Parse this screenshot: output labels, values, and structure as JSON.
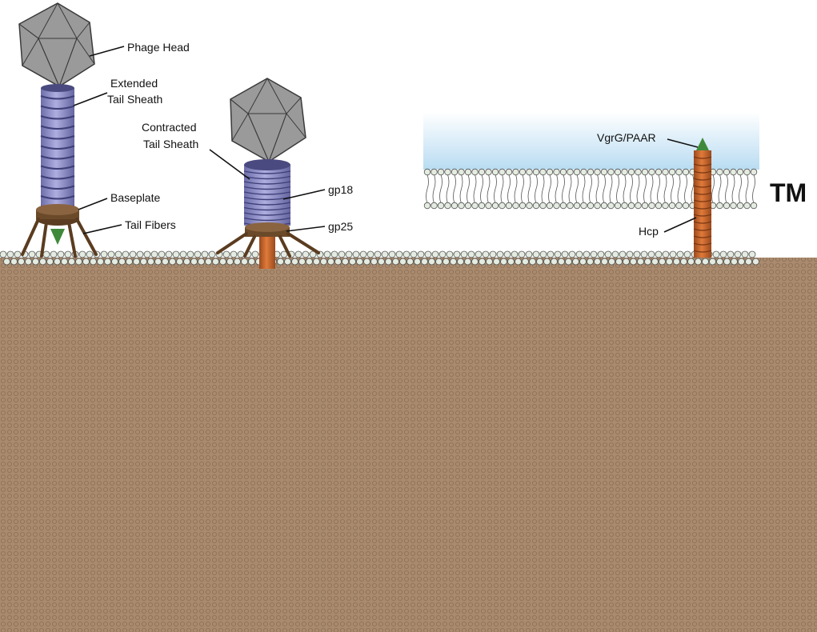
{
  "labels": {
    "phage_head": "Phage Head",
    "extended_sheath_l1": "Extended",
    "extended_sheath_l2": "Tail Sheath",
    "baseplate": "Baseplate",
    "tail_fibers": "Tail Fibers",
    "contracted_sheath_l1": "Contracted",
    "contracted_sheath_l2": "Tail Sheath",
    "gp18": "gp18",
    "gp25": "gp25",
    "vgrg_paar": "VgrG/PAAR",
    "hcp": "Hcp",
    "tm": "TM"
  },
  "colors": {
    "capsid": "#9a9a9a",
    "sheath": "#8f8fc6",
    "sheath_dark": "#4a4a80",
    "baseplate": "#6b4a2a",
    "tube": "#c0622a",
    "tip": "#3f8a3a",
    "membrane_head": "#e4ebe0",
    "cell_body": "#a98a6e",
    "periplasm_fill": "#b9dcf2"
  }
}
